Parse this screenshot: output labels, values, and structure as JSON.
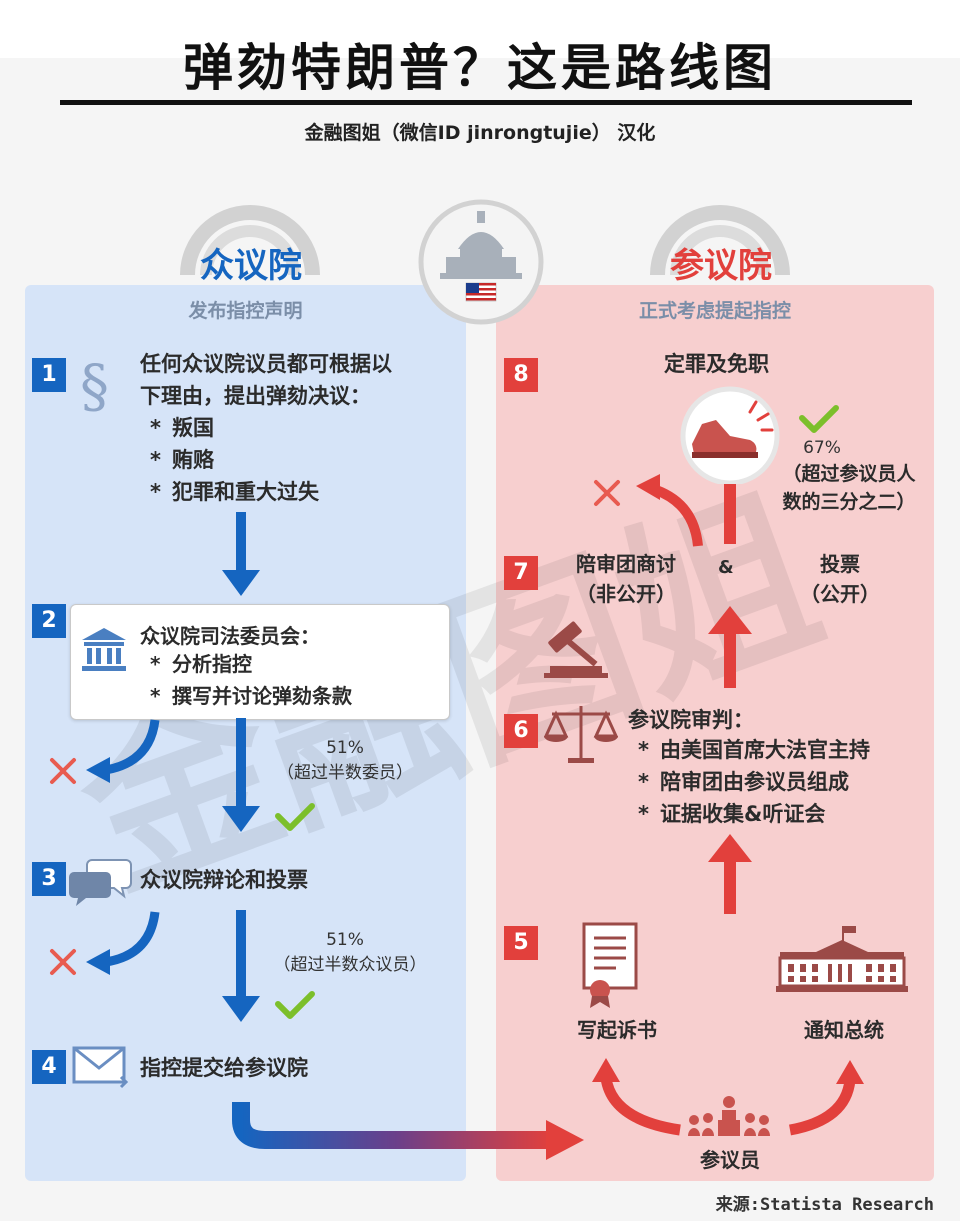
{
  "header": {
    "title": "弹劾特朗普？这是路线图",
    "credit": "金融图姐（微信ID jinrongtujie） 汉化"
  },
  "house": {
    "name": "众议院",
    "subtitle": "发布指控声明",
    "step1": {
      "num": "1",
      "line1": "任何众议院议员都可根据以",
      "line2": "下理由，提出弹劾决议：",
      "items": [
        "叛国",
        "贿赂",
        "犯罪和重大过失"
      ]
    },
    "step2": {
      "num": "2",
      "title": "众议院司法委员会：",
      "items": [
        "分析指控",
        "撰写并讨论弹劾条款"
      ],
      "threshold_pct": "51%",
      "threshold_desc": "（超过半数委员）"
    },
    "step3": {
      "num": "3",
      "text": "众议院辩论和投票",
      "threshold_pct": "51%",
      "threshold_desc": "（超过半数众议员）"
    },
    "step4": {
      "num": "4",
      "text": "指控提交给参议院"
    }
  },
  "senate": {
    "name": "参议院",
    "subtitle": "正式考虑提起指控",
    "step5": {
      "num": "5",
      "left_label": "写起诉书",
      "right_label": "通知总统",
      "bottom_label": "参议员"
    },
    "step6": {
      "num": "6",
      "title": "参议院审判：",
      "items": [
        "由美国首席大法官主持",
        "陪审团由参议员组成",
        "证据收集&听证会"
      ]
    },
    "step7": {
      "num": "7",
      "left_line1": "陪审团商讨",
      "left_line2": "（非公开）",
      "amp": "&",
      "right_line1": "投票",
      "right_line2": "（公开）"
    },
    "step8": {
      "num": "8",
      "title": "定罪及免职",
      "threshold_pct": "67%",
      "threshold_line1": "（超过参议员人",
      "threshold_line2": "数的三分之二）"
    }
  },
  "watermark": "金融图姐",
  "source": "来源:Statista Research",
  "colors": {
    "house_blue": "#1565c0",
    "senate_red": "#e2403c",
    "check_green": "#7cbf2b",
    "cross_red": "#e85b50"
  }
}
